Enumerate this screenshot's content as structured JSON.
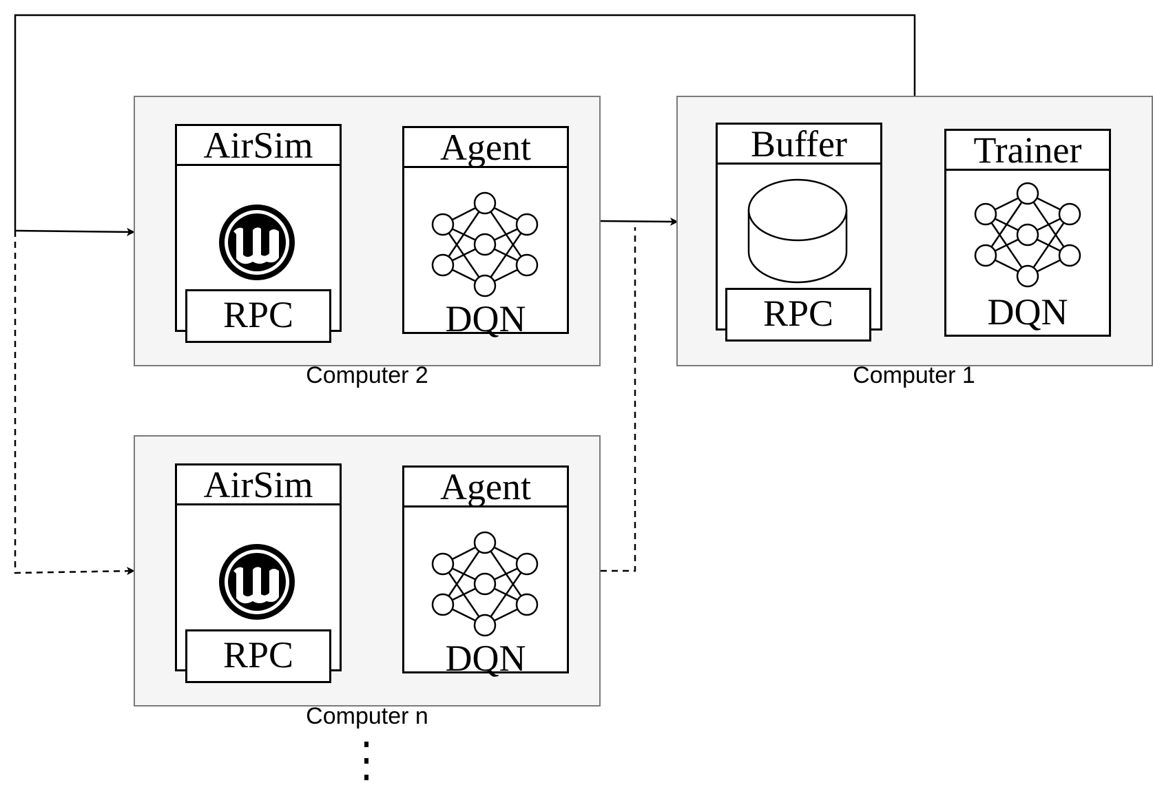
{
  "computers": {
    "computer2": {
      "label": "Computer 2",
      "simulator": {
        "title": "AirSim",
        "icon": "unreal-engine-icon",
        "rpc_label": "RPC"
      },
      "agent": {
        "title": "Agent",
        "icon": "neural-network-icon",
        "model_label": "DQN"
      }
    },
    "computer1": {
      "label": "Computer 1",
      "buffer": {
        "title": "Buffer",
        "icon": "database-cylinder-icon",
        "rpc_label": "RPC"
      },
      "trainer": {
        "title": "Trainer",
        "icon": "neural-network-icon",
        "model_label": "DQN"
      }
    },
    "computern": {
      "label": "Computer n",
      "simulator": {
        "title": "AirSim",
        "icon": "unreal-engine-icon",
        "rpc_label": "RPC"
      },
      "agent": {
        "title": "Agent",
        "icon": "neural-network-icon",
        "model_label": "DQN"
      }
    }
  },
  "continuation": {
    "icon": "vertical-ellipsis-icon"
  },
  "colors": {
    "panel_fill": "#f5f5f5",
    "panel_border": "#7a7a7a",
    "stroke": "#000000"
  }
}
